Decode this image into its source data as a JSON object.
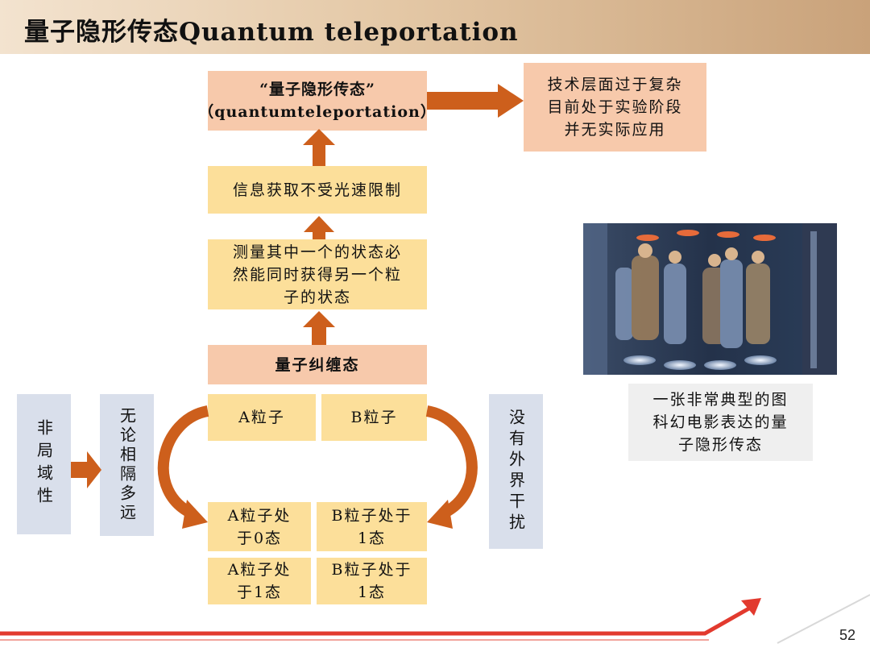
{
  "slide": {
    "title": "量子隐形传态Quantum teleportation",
    "page_number": "52"
  },
  "flow": {
    "top_box": "“量子隐形传态”\n（quantumteleportation）",
    "side_note": "技术层面过于复杂\n目前处于实验阶段\n并无实际应用",
    "step_speed": "信息获取不受光速限制",
    "step_measure": "测量其中一个的状态必\n然能同时获得另一个粒\n子的状态",
    "step_entangle": "量子纠缠态"
  },
  "particles": {
    "a": "A粒子",
    "b": "B粒子",
    "a_state0": "A粒子处\n于0态",
    "b_state1": "B粒子处于\n1态",
    "a_state1": "A粒子处\n于1态",
    "b_state1_2": "B粒子处于\n1态"
  },
  "labels": {
    "nonlocal": "非局域性",
    "distance": "无论相隔多远",
    "no_interference": "没有外界干扰"
  },
  "photo": {
    "icon": "teleportation-scene-image",
    "caption": "一张非常典型的图\n科幻电影表达的量\n子隐形传态"
  },
  "colors": {
    "arrow": "#cd5f1c",
    "peach": "#f7c9ab",
    "yellow": "#fcdf9a",
    "gray": "#d9dfeb",
    "footer_red": "#e23a2e"
  }
}
